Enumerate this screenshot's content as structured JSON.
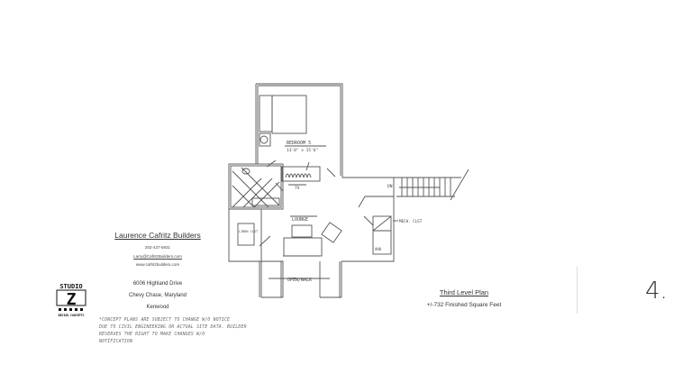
{
  "builder": {
    "name": "Laurence Cafritz Builders",
    "phone": "202-437-5931",
    "email": "Larry@CafritzBuilders.com",
    "website": "www.cafritzbuilders.com"
  },
  "property": {
    "address_line1": "6006 Highland Drive",
    "address_line2": "Chevy Chase, Maryland",
    "neighborhood": "Kenwood"
  },
  "logo": {
    "top_text": "STUDIO",
    "letter": "Z",
    "bottom_text": "DESIGN CONCEPTS"
  },
  "disclaimer": {
    "lines": [
      "*CONCEPT PLANS ARE SUBJECT TO CHANGE W/O NOTICE",
      "DUE TO CIVIL ENGINEERING OR ACTUAL SITE DATA. BUILDER",
      "RESERVES THE RIGHT TO MAKE CHANGES W/O",
      "NOTIFICATION"
    ]
  },
  "plan": {
    "title": "Third Level Plan",
    "area": "+/-732 Finished Square Feet",
    "page_number": "4.",
    "rooms": {
      "bedroom": "BEDROOM 5",
      "bedroom_size": "13'8\" x 15'6\"",
      "tv": "TV",
      "lounge": "LOUNGE",
      "linen_closet": "LINEN CLST",
      "open_to_below": "OPEN/WALK",
      "mech_closet": "MECH. CLST",
      "ahu": "AHU",
      "down": "DN"
    }
  }
}
